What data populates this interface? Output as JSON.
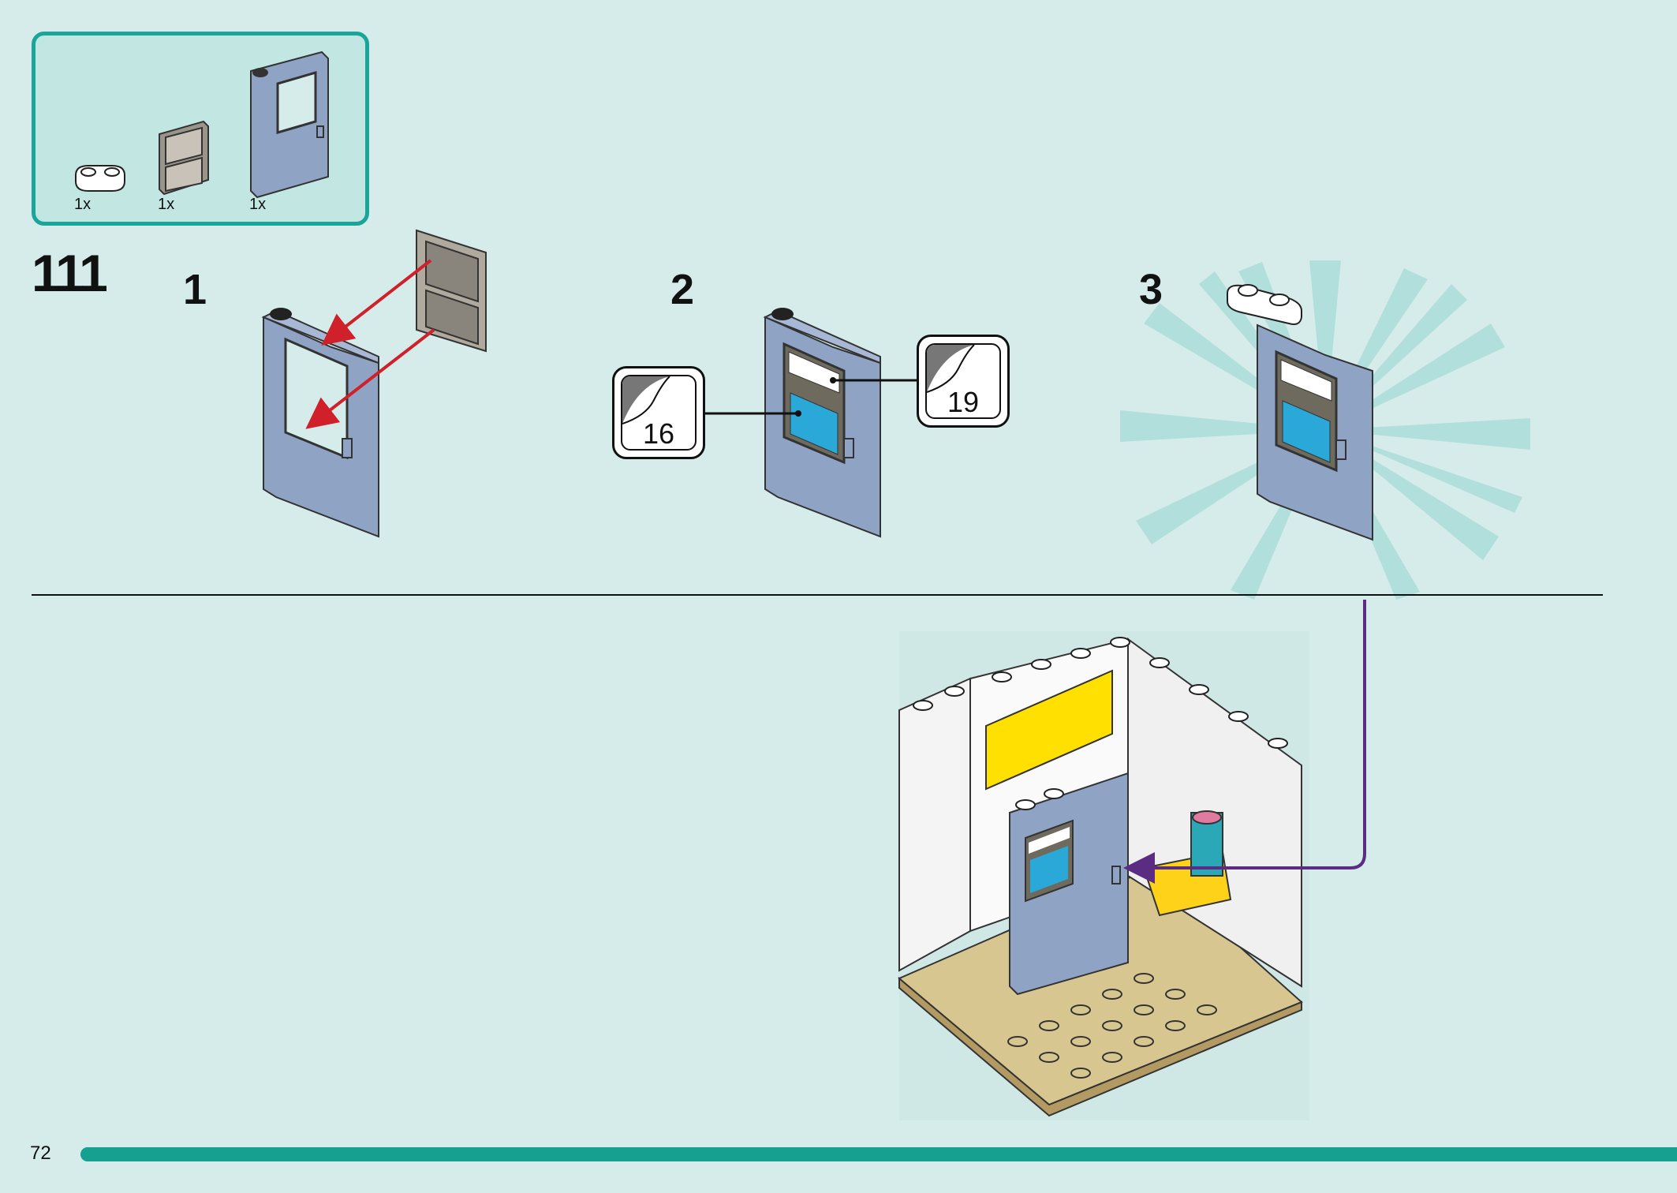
{
  "parts_list": {
    "items": [
      {
        "name": "white-plate-1x2-rounded",
        "quantity": "1x"
      },
      {
        "name": "transparent-window-pane",
        "quantity": "1x"
      },
      {
        "name": "sand-blue-door",
        "quantity": "1x"
      }
    ]
  },
  "step_number": "111",
  "sub_steps": [
    {
      "number": "1"
    },
    {
      "number": "2",
      "stickers": [
        "16",
        "19"
      ]
    },
    {
      "number": "3"
    }
  ],
  "page_number": "72",
  "colors": {
    "background": "#d6ecea",
    "accent": "#1aa59a",
    "door": "#8fa3c4",
    "arrow_red": "#d0202a",
    "arrow_purple": "#5a2d82",
    "burst": "#a8dcd8"
  },
  "icons": [
    "arrow-icon",
    "sticker-icon",
    "burst-icon"
  ]
}
